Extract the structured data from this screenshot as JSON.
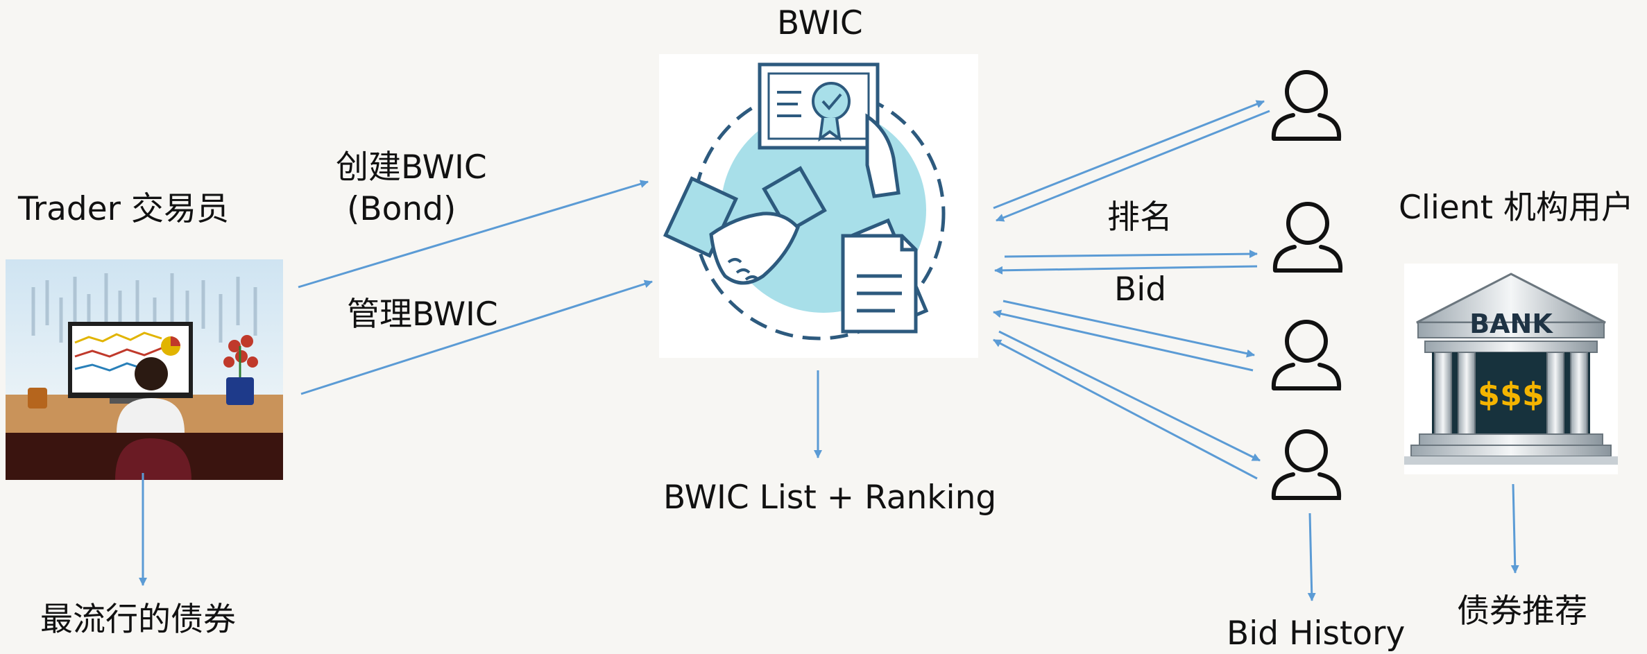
{
  "labels": {
    "bwic_title": "BWIC",
    "trader": "Trader 交易员",
    "client": "Client  机构用户",
    "create_bwic_1": "创建BWIC",
    "create_bwic_2": "(Bond)",
    "manage_bwic": "管理BWIC",
    "ranking": "排名",
    "bid": "Bid",
    "bwic_list": "BWIC List + Ranking",
    "popular_bonds": "最流行的债券",
    "bid_history": "Bid History",
    "bond_recommend": "债券推荐"
  },
  "bank": {
    "sign": "BANK",
    "money": "$$$"
  },
  "colors": {
    "arrow": "#5b9bd5",
    "icon_line": "#2d5a7e",
    "icon_fill": "#a8dfe9",
    "person": "#111111"
  },
  "icons": {
    "trader_image": "trader-at-desk-illustration",
    "bwic_image": "handshake-certificate-document-icon",
    "client_icon": "person-outline-icon",
    "bank_image": "bank-building-icon"
  }
}
